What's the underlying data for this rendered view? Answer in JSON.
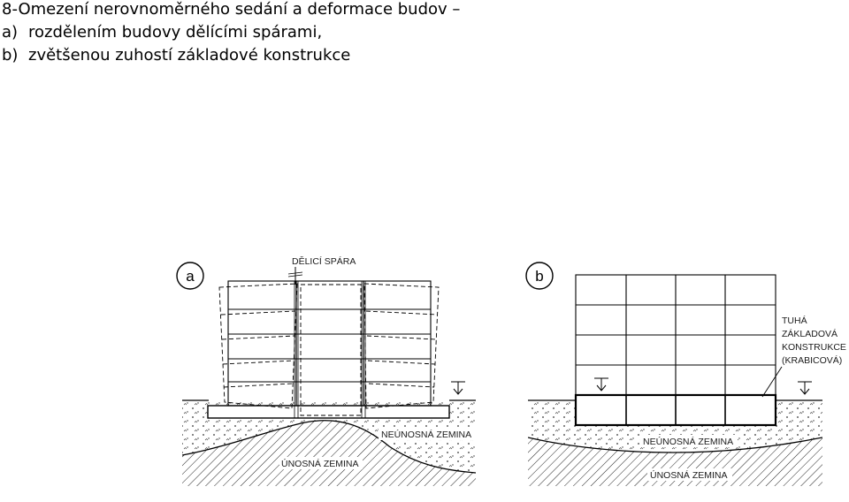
{
  "heading": {
    "line1": "8-Omezení nerovnoměrného sedání a deformace budov –",
    "line2_prefix": "a)",
    "line2_text": "rozdělením budovy dělícími spárami,",
    "line3_prefix": "b)",
    "line3_text": "zvětšenou zuhostí základové konstrukce"
  },
  "figure_a": {
    "badge": "a",
    "joint_label": "DĚLICÍ SPÁRA",
    "weak_soil_label": "NEÚNOSNÁ ZEMINA",
    "strong_soil_label": "ÚNOSNÁ ZEMINA"
  },
  "figure_b": {
    "badge": "b",
    "foundation_label_1": "TUHÁ",
    "foundation_label_2": "ZÁKLADOVÁ",
    "foundation_label_3": "KONSTRUKCE",
    "foundation_label_4": "(KRABICOVÁ)",
    "weak_soil_label": "NEÚNOSNÁ ZEMINA",
    "strong_soil_label": "ÚNOSNÁ ZEMINA"
  }
}
